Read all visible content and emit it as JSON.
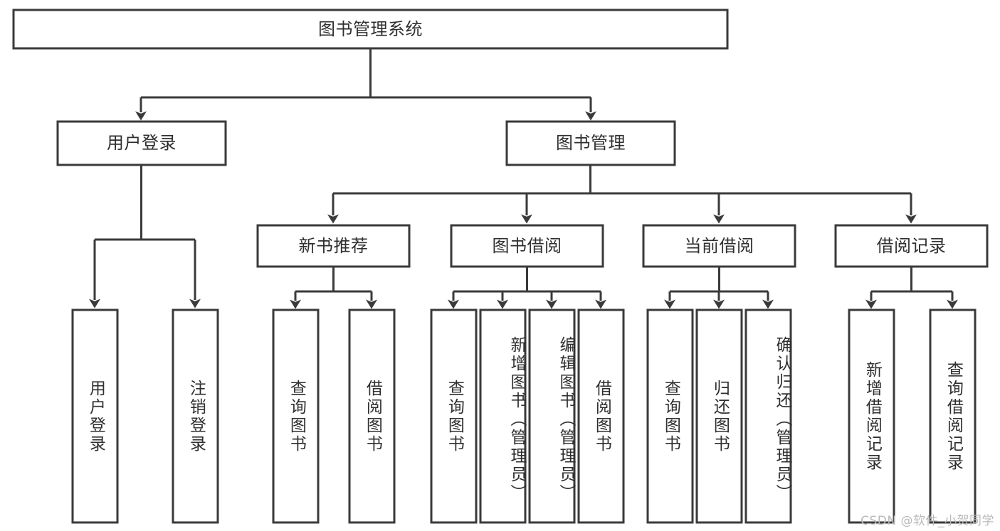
{
  "diagram": {
    "type": "tree",
    "title": "图书管理系统",
    "orientation": "top-down",
    "root": {
      "id": "root",
      "label": "图书管理系统",
      "text_orientation": "horizontal"
    },
    "level2": [
      {
        "id": "user-login",
        "label": "用户登录",
        "text_orientation": "horizontal"
      },
      {
        "id": "book-manage",
        "label": "图书管理",
        "text_orientation": "horizontal"
      }
    ],
    "level3": [
      {
        "id": "new-book-rec",
        "label": "新书推荐",
        "text_orientation": "horizontal",
        "parent": "book-manage"
      },
      {
        "id": "book-borrow",
        "label": "图书借阅",
        "text_orientation": "horizontal",
        "parent": "book-manage"
      },
      {
        "id": "current-borrow",
        "label": "当前借阅",
        "text_orientation": "horizontal",
        "parent": "book-manage"
      },
      {
        "id": "borrow-record",
        "label": "借阅记录",
        "text_orientation": "horizontal",
        "parent": "book-manage"
      }
    ],
    "leaves": [
      {
        "id": "leaf-user-login",
        "label": "用户登录",
        "parent": "user-login",
        "text_orientation": "vertical"
      },
      {
        "id": "leaf-logout",
        "label": "注销登录",
        "parent": "user-login",
        "text_orientation": "vertical"
      },
      {
        "id": "leaf-query-book-1",
        "label": "查询图书",
        "parent": "new-book-rec",
        "text_orientation": "vertical"
      },
      {
        "id": "leaf-borrow-book-1",
        "label": "借阅图书",
        "parent": "new-book-rec",
        "text_orientation": "vertical"
      },
      {
        "id": "leaf-query-book-2",
        "label": "查询图书",
        "parent": "book-borrow",
        "text_orientation": "vertical"
      },
      {
        "id": "leaf-add-book",
        "label": "新增图书（管理员）",
        "parent": "book-borrow",
        "text_orientation": "vertical"
      },
      {
        "id": "leaf-edit-book",
        "label": "编辑图书（管理员）",
        "parent": "book-borrow",
        "text_orientation": "vertical"
      },
      {
        "id": "leaf-borrow-book-2",
        "label": "借阅图书",
        "parent": "book-borrow",
        "text_orientation": "vertical"
      },
      {
        "id": "leaf-query-book-3",
        "label": "查询图书",
        "parent": "current-borrow",
        "text_orientation": "vertical"
      },
      {
        "id": "leaf-return-book",
        "label": "归还图书",
        "parent": "current-borrow",
        "text_orientation": "vertical"
      },
      {
        "id": "leaf-confirm-return",
        "label": "确认归还（管理员）",
        "parent": "current-borrow",
        "text_orientation": "vertical"
      },
      {
        "id": "leaf-add-record",
        "label": "新增借阅记录",
        "parent": "borrow-record",
        "text_orientation": "vertical"
      },
      {
        "id": "leaf-query-record",
        "label": "查询借阅记录",
        "parent": "borrow-record",
        "text_orientation": "vertical"
      }
    ],
    "colors": {
      "box_stroke": "#3a3a3a",
      "box_fill": "#ffffff",
      "connector": "#3a3a3a",
      "text": "#2f2f2f",
      "background": "#ffffff",
      "watermark": "#b9b9b9"
    }
  },
  "watermark": {
    "text": "CSDN @软件_小贺同学"
  }
}
